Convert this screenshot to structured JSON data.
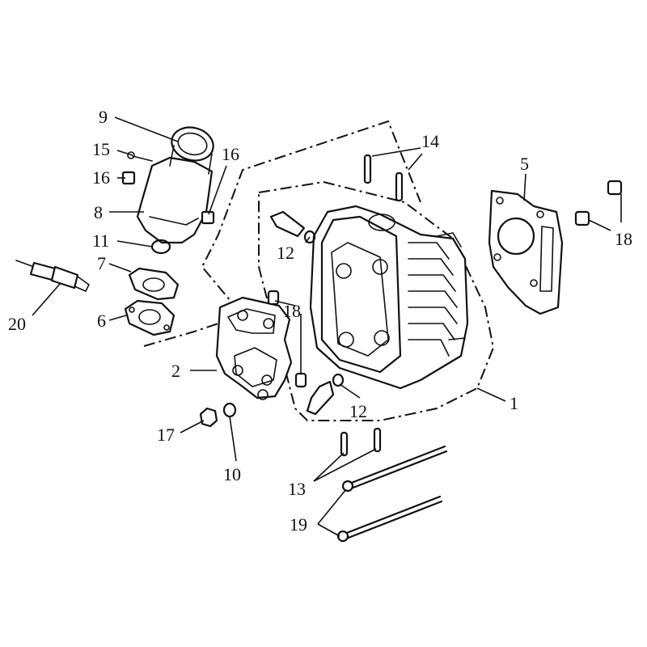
{
  "callouts": [
    {
      "id": "c1",
      "text": "1"
    },
    {
      "id": "c2",
      "text": "2"
    },
    {
      "id": "c5",
      "text": "5"
    },
    {
      "id": "c6",
      "text": "6"
    },
    {
      "id": "c7",
      "text": "7"
    },
    {
      "id": "c8",
      "text": "8"
    },
    {
      "id": "c9",
      "text": "9"
    },
    {
      "id": "c10",
      "text": "10"
    },
    {
      "id": "c11",
      "text": "11"
    },
    {
      "id": "c12a",
      "text": "12"
    },
    {
      "id": "c12b",
      "text": "12"
    },
    {
      "id": "c13",
      "text": "13"
    },
    {
      "id": "c14",
      "text": "14"
    },
    {
      "id": "c15",
      "text": "15"
    },
    {
      "id": "c16a",
      "text": "16"
    },
    {
      "id": "c16b",
      "text": "16"
    },
    {
      "id": "c17",
      "text": "17"
    },
    {
      "id": "c18a",
      "text": "18"
    },
    {
      "id": "c18b",
      "text": "18"
    },
    {
      "id": "c19",
      "text": "19"
    },
    {
      "id": "c20",
      "text": "20"
    }
  ]
}
